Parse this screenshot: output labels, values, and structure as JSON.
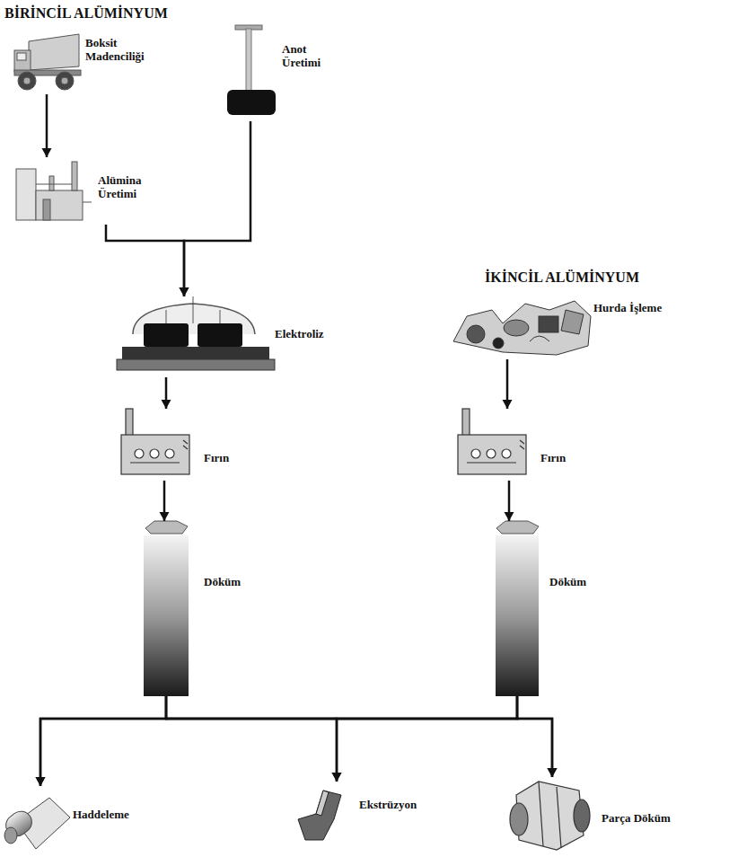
{
  "diagram": {
    "nodes": [
      {
        "text": [
          "Boksit Madenciliği"
        ]
      },
      {
        "text": [
          "Anot Üretimi"
        ]
      },
      {
        "text": [
          "Alümina Üretimi"
        ]
      },
      {
        "text": [
          "Elektroliz"
        ]
      },
      {
        "text": [
          "Hurda İşleme"
        ]
      },
      {
        "text": [
          "Fırın"
        ]
      },
      {
        "text": [
          "Fırın"
        ]
      },
      {
        "text": [
          "Döküm"
        ]
      },
      {
        "text": [
          "Döküm"
        ]
      },
      {
        "text": [
          "Haddeleme"
        ]
      },
      {
        "text": [
          "Ekstrüzyon"
        ]
      },
      {
        "text": [
          "Parça Döküm"
        ]
      }
    ],
    "edges": [
      {
        "from": 0,
        "to": 2,
        "arrow": "to"
      },
      {
        "from": 1,
        "to": 3,
        "arrow": "to"
      },
      {
        "from": 2,
        "to": 3,
        "arrow": "to"
      },
      {
        "from": 3,
        "to": 5,
        "arrow": "to"
      },
      {
        "from": 5,
        "to": 7,
        "arrow": "to"
      },
      {
        "from": 4,
        "to": 6,
        "arrow": "to"
      },
      {
        "from": 6,
        "to": 8,
        "arrow": "to"
      },
      {
        "from": 7,
        "to": 9,
        "arrow": "to"
      },
      {
        "from": 7,
        "to": 10,
        "arrow": "to"
      },
      {
        "from": 7,
        "to": 11,
        "arrow": "to"
      },
      {
        "from": 8,
        "to": 9,
        "arrow": "to"
      },
      {
        "from": 8,
        "to": 10,
        "arrow": "to"
      },
      {
        "from": 8,
        "to": 11,
        "arrow": "to"
      }
    ],
    "labels": [
      "BİRİNCİL ALÜMİNYUM",
      "İKİNCİL ALÜMİNYUM"
    ]
  }
}
